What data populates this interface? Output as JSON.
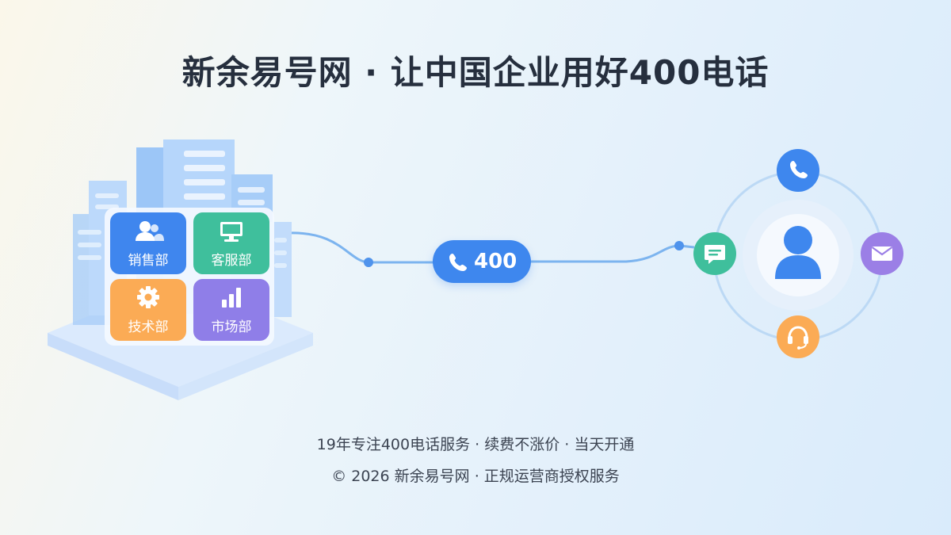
{
  "header": {
    "title": "新余易号网 · 让中国企业用好400电话"
  },
  "departments": [
    {
      "label": "销售部",
      "icon": "users-icon",
      "color": "#3f86ee"
    },
    {
      "label": "客服部",
      "icon": "monitor-icon",
      "color": "#3fbf9c"
    },
    {
      "label": "技术部",
      "icon": "gear-icon",
      "color": "#fbab55"
    },
    {
      "label": "市场部",
      "icon": "bar-chart-icon",
      "color": "#8f7ee8"
    }
  ],
  "hotline": {
    "number": "400",
    "icon": "phone-icon",
    "color": "#3e87ee"
  },
  "contact_hub": {
    "center_icon": "user-icon",
    "channels": [
      {
        "name": "phone",
        "icon": "phone-icon",
        "color": "#3e87ee"
      },
      {
        "name": "chat",
        "icon": "chat-icon",
        "color": "#3fbf9c"
      },
      {
        "name": "email",
        "icon": "mail-icon",
        "color": "#9b7fe6"
      },
      {
        "name": "support",
        "icon": "headset-icon",
        "color": "#fbab55"
      }
    ]
  },
  "footer": {
    "tagline": "19年专注400电话服务 · 续费不涨价 · 当天开通",
    "copyright": "© 2026 新余易号网 · 正规运营商授权服务"
  }
}
